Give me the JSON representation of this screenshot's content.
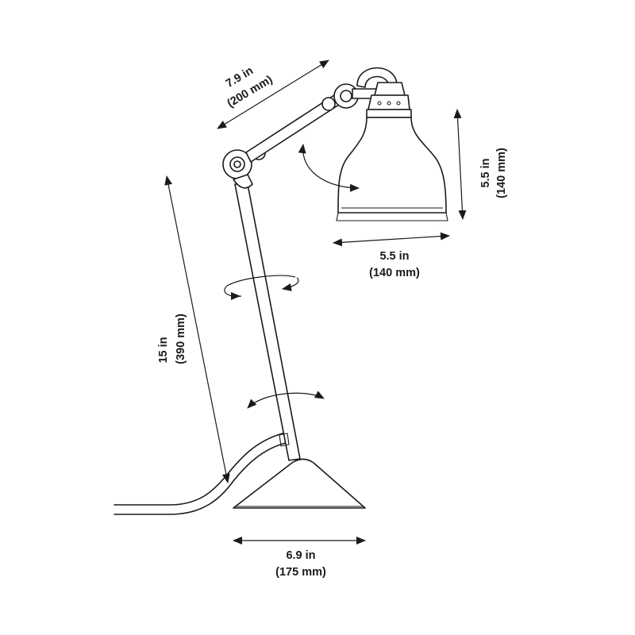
{
  "dimensions": {
    "arm_upper": {
      "imperial": "7.9 in",
      "metric": "(200 mm)"
    },
    "shade_height": {
      "imperial": "5.5 in",
      "metric": "(140 mm)"
    },
    "shade_width": {
      "imperial": "5.5 in",
      "metric": "(140 mm)"
    },
    "arm_lower": {
      "imperial": "15 in",
      "metric": "(390 mm)"
    },
    "base_width": {
      "imperial": "6.9 in",
      "metric": "(175 mm)"
    }
  },
  "colors": {
    "ink": "#1a1a1a",
    "background": "#ffffff"
  }
}
